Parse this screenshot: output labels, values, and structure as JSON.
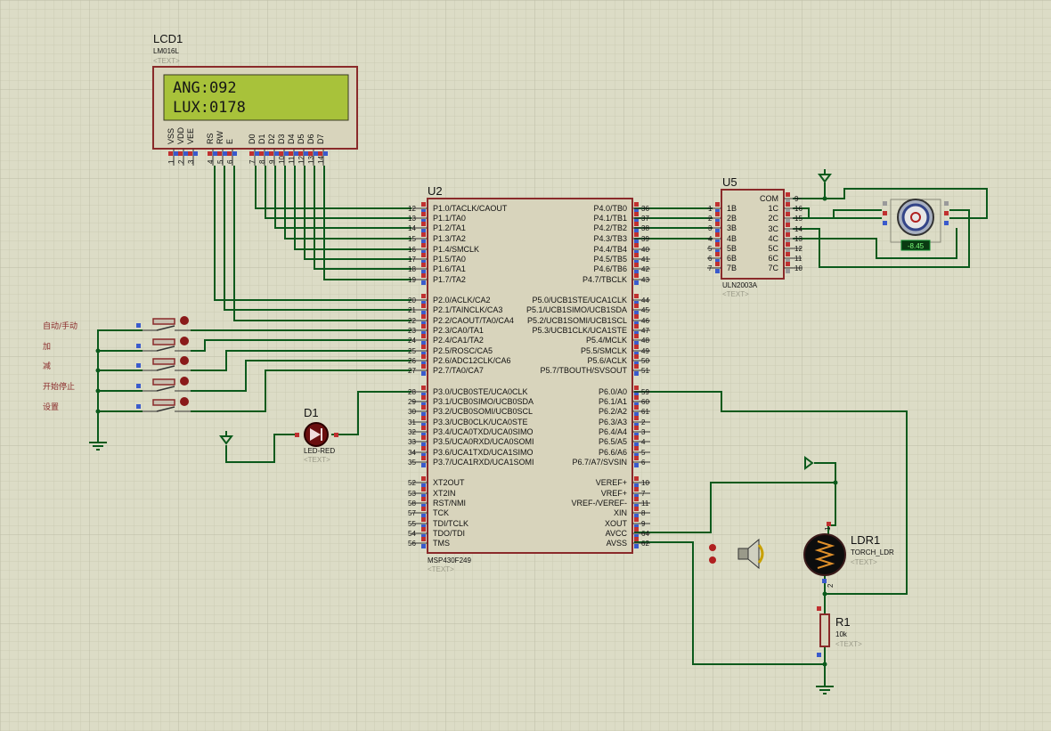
{
  "lcd": {
    "ref": "LCD1",
    "model": "LM016L",
    "text_tag": "<TEXT>",
    "line1": "ANG:092",
    "line2": "LUX:0178",
    "pin_names": [
      "VSS",
      "VDD",
      "VEE",
      "RS",
      "RW",
      "E",
      "D0",
      "D1",
      "D2",
      "D3",
      "D4",
      "D5",
      "D6",
      "D7"
    ],
    "pin_nums": [
      "1",
      "2",
      "3",
      "4",
      "5",
      "6",
      "7",
      "8",
      "9",
      "10",
      "11",
      "12",
      "13",
      "14"
    ]
  },
  "mcu": {
    "ref": "U2",
    "model": "MSP430F249",
    "text_tag": "<TEXT>",
    "left_pins": [
      {
        "num": "12",
        "name": "P1.0/TACLK/CAOUT"
      },
      {
        "num": "13",
        "name": "P1.1/TA0"
      },
      {
        "num": "14",
        "name": "P1.2/TA1"
      },
      {
        "num": "15",
        "name": "P1.3/TA2"
      },
      {
        "num": "16",
        "name": "P1.4/SMCLK"
      },
      {
        "num": "17",
        "name": "P1.5/TA0"
      },
      {
        "num": "18",
        "name": "P1.6/TA1"
      },
      {
        "num": "19",
        "name": "P1.7/TA2"
      },
      {
        "num": "20",
        "name": "P2.0/ACLK/CA2"
      },
      {
        "num": "21",
        "name": "P2.1/TAINCLK/CA3"
      },
      {
        "num": "22",
        "name": "P2.2/CAOUT/TA0/CA4"
      },
      {
        "num": "23",
        "name": "P2.3/CA0/TA1"
      },
      {
        "num": "24",
        "name": "P2.4/CA1/TA2"
      },
      {
        "num": "25",
        "name": "P2.5/ROSC/CA5"
      },
      {
        "num": "26",
        "name": "P2.6/ADC12CLK/CA6"
      },
      {
        "num": "27",
        "name": "P2.7/TA0/CA7"
      },
      {
        "num": "28",
        "name": "P3.0/UCB0STE/UCA0CLK"
      },
      {
        "num": "29",
        "name": "P3.1/UCB0SIMO/UCB0SDA"
      },
      {
        "num": "30",
        "name": "P3.2/UCB0SOMI/UCB0SCL"
      },
      {
        "num": "31",
        "name": "P3.3/UCB0CLK/UCA0STE"
      },
      {
        "num": "32",
        "name": "P3.4/UCA0TXD/UCA0SIMO"
      },
      {
        "num": "33",
        "name": "P3.5/UCA0RXD/UCA0SOMI"
      },
      {
        "num": "34",
        "name": "P3.6/UCA1TXD/UCA1SIMO"
      },
      {
        "num": "35",
        "name": "P3.7/UCA1RXD/UCA1SOMI"
      },
      {
        "num": "52",
        "name": "XT2OUT"
      },
      {
        "num": "53",
        "name": "XT2IN"
      },
      {
        "num": "58",
        "name": "RST/NMI"
      },
      {
        "num": "57",
        "name": "TCK"
      },
      {
        "num": "55",
        "name": "TDI/TCLK"
      },
      {
        "num": "54",
        "name": "TDO/TDI"
      },
      {
        "num": "56",
        "name": "TMS"
      }
    ],
    "right_pins": [
      {
        "num": "36",
        "name": "P4.0/TB0"
      },
      {
        "num": "37",
        "name": "P4.1/TB1"
      },
      {
        "num": "38",
        "name": "P4.2/TB2"
      },
      {
        "num": "39",
        "name": "P4.3/TB3"
      },
      {
        "num": "40",
        "name": "P4.4/TB4"
      },
      {
        "num": "41",
        "name": "P4.5/TB5"
      },
      {
        "num": "42",
        "name": "P4.6/TB6"
      },
      {
        "num": "43",
        "name": "P4.7/TBCLK"
      },
      {
        "num": "44",
        "name": "P5.0/UCB1STE/UCA1CLK"
      },
      {
        "num": "45",
        "name": "P5.1/UCB1SIMO/UCB1SDA"
      },
      {
        "num": "46",
        "name": "P5.2/UCB1SOMI/UCB1SCL"
      },
      {
        "num": "47",
        "name": "P5.3/UCB1CLK/UCA1STE"
      },
      {
        "num": "48",
        "name": "P5.4/MCLK"
      },
      {
        "num": "49",
        "name": "P5.5/SMCLK"
      },
      {
        "num": "50",
        "name": "P5.6/ACLK"
      },
      {
        "num": "51",
        "name": "P5.7/TBOUTH/SVSOUT"
      },
      {
        "num": "59",
        "name": "P6.0/A0"
      },
      {
        "num": "60",
        "name": "P6.1/A1"
      },
      {
        "num": "61",
        "name": "P6.2/A2"
      },
      {
        "num": "2",
        "name": "P6.3/A3"
      },
      {
        "num": "3",
        "name": "P6.4/A4"
      },
      {
        "num": "4",
        "name": "P6.5/A5"
      },
      {
        "num": "5",
        "name": "P6.6/A6"
      },
      {
        "num": "6",
        "name": "P6.7/A7/SVSIN"
      },
      {
        "num": "10",
        "name": "VEREF+"
      },
      {
        "num": "7",
        "name": "VREF+"
      },
      {
        "num": "11",
        "name": "VREF-/VEREF-"
      },
      {
        "num": "8",
        "name": "XIN"
      },
      {
        "num": "9",
        "name": "XOUT"
      },
      {
        "num": "64",
        "name": "AVCC"
      },
      {
        "num": "62",
        "name": "AVSS"
      }
    ]
  },
  "driver": {
    "ref": "U5",
    "model": "ULN2003A",
    "text_tag": "<TEXT>",
    "left_pins": [
      {
        "num": "1",
        "name": "1B"
      },
      {
        "num": "2",
        "name": "2B"
      },
      {
        "num": "3",
        "name": "3B"
      },
      {
        "num": "4",
        "name": "4B"
      },
      {
        "num": "5",
        "name": "5B"
      },
      {
        "num": "6",
        "name": "6B"
      },
      {
        "num": "7",
        "name": "7B"
      }
    ],
    "right_pins": [
      {
        "num": "9",
        "name": "COM"
      },
      {
        "num": "16",
        "name": "1C"
      },
      {
        "num": "15",
        "name": "2C"
      },
      {
        "num": "14",
        "name": "3C"
      },
      {
        "num": "13",
        "name": "4C"
      },
      {
        "num": "12",
        "name": "5C"
      },
      {
        "num": "11",
        "name": "6C"
      },
      {
        "num": "10",
        "name": "7C"
      }
    ]
  },
  "motor": {
    "readout": "-8.45"
  },
  "buttons": [
    {
      "label": "自动/手动"
    },
    {
      "label": "加"
    },
    {
      "label": "减"
    },
    {
      "label": "开始停止"
    },
    {
      "label": "设置"
    }
  ],
  "led": {
    "ref": "D1",
    "model": "LED-RED",
    "text_tag": "<TEXT>"
  },
  "ldr": {
    "ref": "LDR1",
    "model": "TORCH_LDR",
    "text_tag": "<TEXT>",
    "pin1": "1",
    "pin2": "2"
  },
  "resistor": {
    "ref": "R1",
    "value": "10k",
    "text_tag": "<TEXT>"
  },
  "colors": {
    "background": "#dcdcc6",
    "wire": "#0b5a1c",
    "component_outline": "#8a2a2a",
    "lcd_screen": "#a8c23a"
  }
}
